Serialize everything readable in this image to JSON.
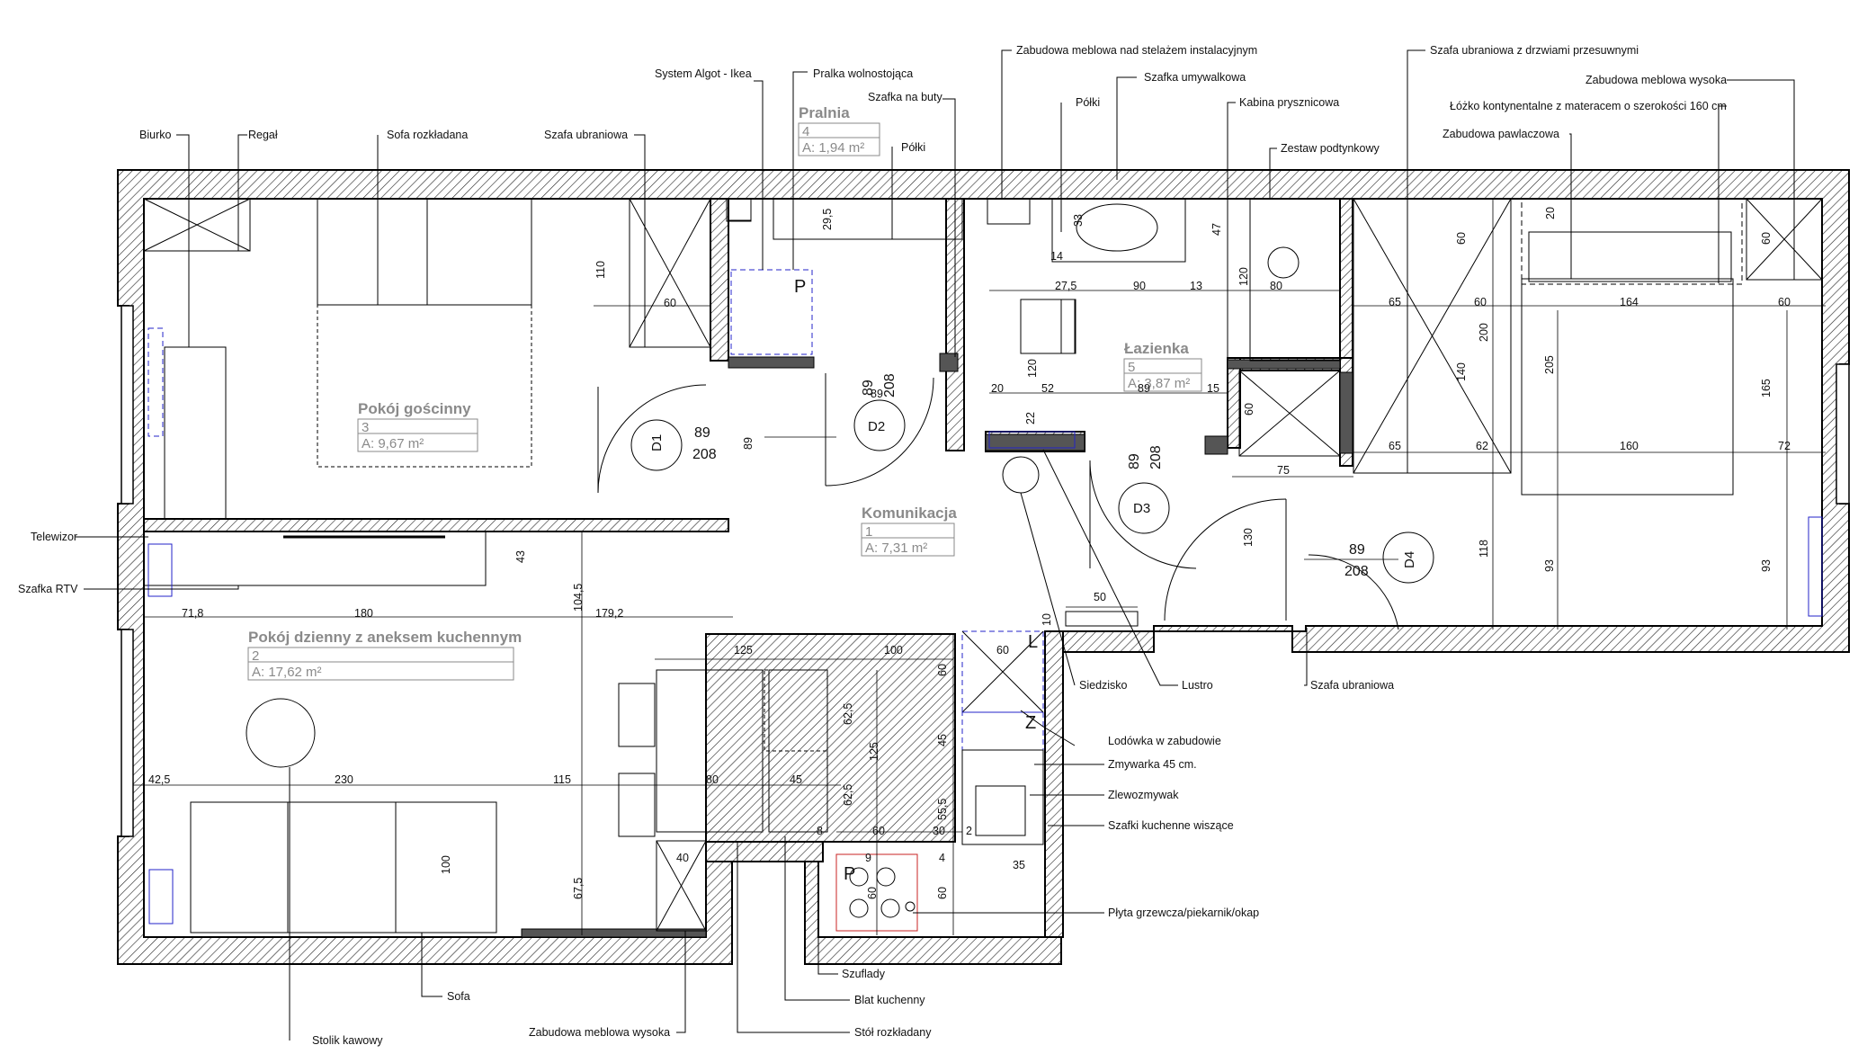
{
  "rooms": {
    "r1": {
      "name": "Komunikacja",
      "number": "1",
      "area": "A: 7,31 m²"
    },
    "r2": {
      "name": "Pokój dzienny z aneksem kuchennym",
      "number": "2",
      "area": "A: 17,62 m²"
    },
    "r3": {
      "name": "Pokój gościnny",
      "number": "3",
      "area": "A: 9,67 m²"
    },
    "r4": {
      "name": "Pralnia",
      "number": "4",
      "area": "A: 1,94 m²"
    },
    "r5": {
      "name": "Łazienka",
      "number": "5",
      "area": "A: 3,87 m²"
    }
  },
  "doors": {
    "d1": {
      "label": "D1",
      "width": "89",
      "height": "208"
    },
    "d2": {
      "label": "D2",
      "width": "89",
      "height": "208"
    },
    "d3": {
      "label": "D3",
      "width": "89",
      "height": "208"
    },
    "d4": {
      "label": "D4",
      "width": "89",
      "height": "208"
    }
  },
  "labels": {
    "biurko": "Biurko",
    "regal": "Regał",
    "sofa_rozkladana": "Sofa rozkładana",
    "szafa_ubraniowa": "Szafa ubraniowa",
    "system_algot": "System Algot - Ikea",
    "pralka": "Pralka wolnostojąca",
    "szafka_na_buty": "Szafka na buty",
    "polki": "Półki",
    "zabudowa_nad_stelazem": "Zabudowa meblowa nad stelażem instalacyjnym",
    "polki2": "Półki",
    "szafka_umywalkowa": "Szafka umywalkowa",
    "kabina": "Kabina prysznicowa",
    "zestaw_podtynkowy": "Zestaw podtynkowy",
    "szafa_przesuwna": "Szafa ubraniowa z drzwiami przesuwnymi",
    "zabudowa_wysoka": "Zabudowa meblowa wysoka",
    "lozko": "Łóżko kontynentalne z materacem o szerokości 160 cm",
    "zabudowa_pawlaczowa": "Zabudowa pawlaczowa",
    "telewizor": "Telewizor",
    "szafka_rtv": "Szafka RTV",
    "siedzisko": "Siedzisko",
    "lustro": "Lustro",
    "szafa_ubraniowa2": "Szafa ubraniowa",
    "lodowka": "Lodówka w zabudowie",
    "zmywarka": "Zmywarka 45 cm.",
    "zlewozmywak": "Zlewozmywak",
    "szafki_wiszace": "Szafki kuchenne wiszące",
    "plyta": "Płyta grzewcza/piekarnik/okap",
    "szuflady": "Szuflady",
    "blat": "Blat kuchenny",
    "stol": "Stół rozkładany",
    "zabudowa_wysoka2": "Zabudowa meblowa wysoka",
    "sofa": "Sofa",
    "stolik": "Stolik kawowy"
  },
  "marks": {
    "p_pralka": "P",
    "p_plyta": "P",
    "l_lodowka": "L",
    "z_zmywarka": "Z"
  },
  "dims": {
    "d110": "110",
    "d60a": "60",
    "d29_5": "29,5",
    "d33": "33",
    "d47": "47",
    "d14": "14",
    "d27_5": "27,5",
    "d90": "90",
    "d13": "13",
    "d120a": "120",
    "d80a": "80",
    "d120b": "120",
    "d20": "20",
    "d52": "52",
    "d89b": "89",
    "d15": "15",
    "d22": "22",
    "d89a": "89",
    "d60b": "60",
    "d75": "75",
    "d130": "130",
    "d50": "50",
    "d10": "10",
    "d60c": "60",
    "d65a": "65",
    "d60d": "60",
    "d164": "164",
    "d60e": "60",
    "d20b": "20",
    "d60f": "60",
    "d200": "200",
    "d140": "140",
    "d205": "205",
    "d165": "165",
    "d65b": "65",
    "d62": "62",
    "d160": "160",
    "d72": "72",
    "d118": "118",
    "d93a": "93",
    "d93b": "93",
    "d43": "43",
    "d104_5": "104,5",
    "d71_8": "71,8",
    "d180": "180",
    "d179_2": "179,2",
    "d125a": "125",
    "d100a": "100",
    "d60g": "60",
    "d60h": "60",
    "d62_5a": "62,5",
    "d125b": "125",
    "d45a": "45",
    "d62_5b": "62,5",
    "d42_5": "42,5",
    "d230": "230",
    "d115": "115",
    "d80b": "80",
    "d45b": "45",
    "d55_5": "55,5",
    "d8": "8",
    "d60i": "60",
    "d30": "30",
    "d2": "2",
    "d40": "40",
    "d4": "4",
    "d9": "9",
    "d60j": "60",
    "d35": "35",
    "d60k": "60",
    "d100b": "100",
    "d67_5": "67,5",
    "d89c": "89"
  }
}
